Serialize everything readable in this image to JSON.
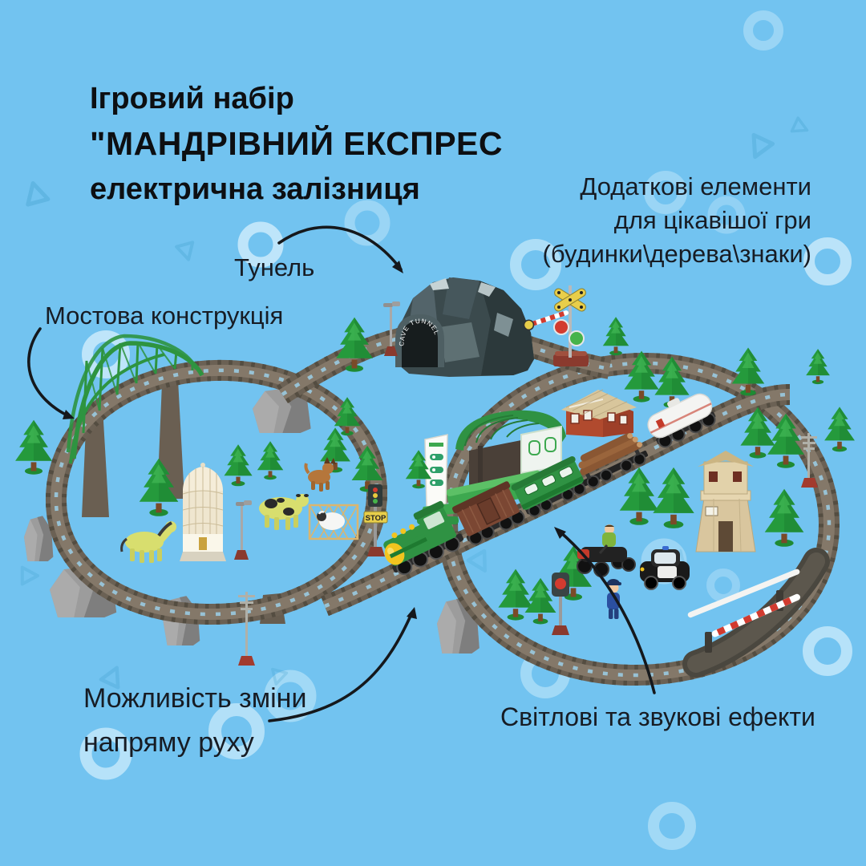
{
  "background": {
    "color": "#72C3F0"
  },
  "title": {
    "line1": "Ігровий набір",
    "line2": "\"МАНДРІВНИЙ ЕКСПРЕС",
    "line3": "електрична залізниця"
  },
  "callouts": {
    "tunnel": "Тунель",
    "bridge": "Мостова конструкція",
    "extras": {
      "line1": "Додаткові елементи",
      "line2": "для цікавішої гри",
      "line3": "(будинки\\дерева\\знаки)"
    },
    "direction": {
      "line1": "Можливість зміни",
      "line2": "напряму руху"
    },
    "effects": "Світлові та звукові ефекти"
  },
  "scene": {
    "tunnel_sign": "CAVE TUNNEL",
    "stop_sign": "STOP"
  },
  "colors": {
    "background": "#72C3F0",
    "text_dark": "#171C24",
    "ring_blue": "#C2E7FA",
    "triangle_blue": "#3E9ECC",
    "track_gray": "#6B6154",
    "bridge_green": "#2E9440",
    "tree_green": "#259A3C",
    "brick_red": "#B14A2E",
    "roof_tan": "#D8C69C",
    "locomotive_green": "#2F9243",
    "locomotive_yellow": "#F2C41F",
    "tanker_white": "#F4F4F2",
    "arrow_black": "#15181C"
  }
}
